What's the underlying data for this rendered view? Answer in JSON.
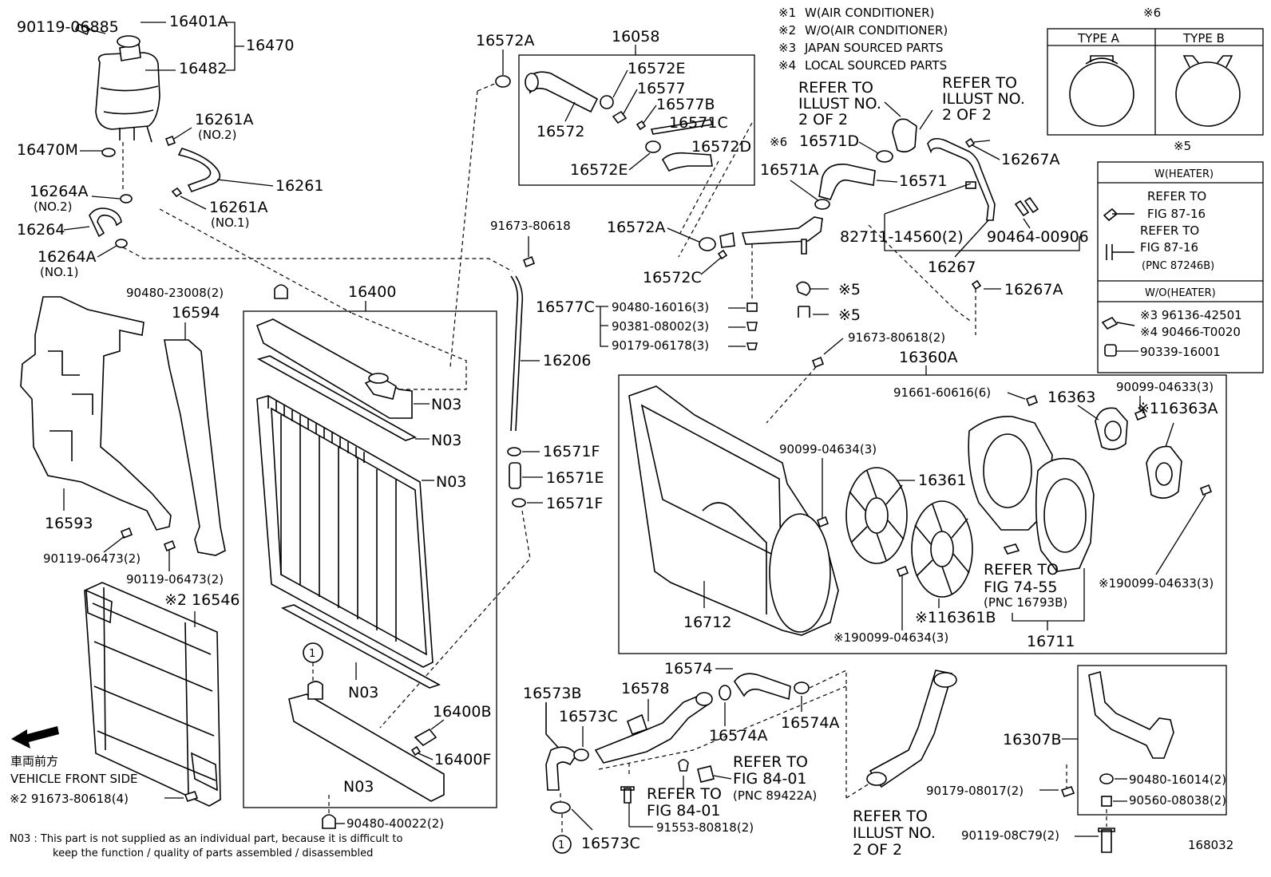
{
  "notes": [
    {
      "mark": "※1",
      "text": "W(AIR CONDITIONER)"
    },
    {
      "mark": "※2",
      "text": "W/O(AIR CONDITIONER)"
    },
    {
      "mark": "※3",
      "text": "JAPAN SOURCED PARTS"
    },
    {
      "mark": "※4",
      "text": "LOCAL SOURCED PARTS"
    }
  ],
  "clamp_types": {
    "mark": "※6",
    "type_a": "TYPE A",
    "type_b": "TYPE B"
  },
  "heater_box": {
    "mark": "※5",
    "with_heater": "W(HEATER)",
    "refer1_a": "REFER TO",
    "refer1_b": "FIG 87-16",
    "refer2_a": "REFER TO",
    "refer2_b": "FIG 87-16",
    "refer2_c": "(PNC 87246B)",
    "without_heater": "W/O(HEATER)",
    "part_a": "※3 96136-42501",
    "part_b": "※4 90466-T0020",
    "part_c": "90339-16001"
  },
  "vehicle_front": {
    "jp": "車両前方",
    "en": "VEHICLE FRONT SIDE"
  },
  "footnote": {
    "line1": "N03 : This part is not supplied as an individual part, because it is difficult to",
    "line2": "keep the function / quality of parts assembled / disassembled"
  },
  "illust_number": "168032",
  "circle_ref": "1",
  "labels": {
    "p90119_06885": "90119-06885",
    "p16401A": "16401A",
    "p16470": "16470",
    "p16482": "16482",
    "p16261A_2": "16261A",
    "no2_a": "(NO.2)",
    "p16470M": "16470M",
    "p16264A_2": "16264A",
    "no2_b": "(NO.2)",
    "p16261": "16261",
    "p16261A_1": "16261A",
    "no1_a": "(NO.1)",
    "p16264": "16264",
    "p16264A_1": "16264A",
    "no1_b": "(NO.1)",
    "p16572A_top": "16572A",
    "p16058": "16058",
    "p16572E_a": "16572E",
    "p16577": "16577",
    "p16577B": "16577B",
    "p16572": "16572",
    "p16571C": "16571C",
    "p16572D": "16572D",
    "p16572E_b": "16572E",
    "refer_illust1_a": "REFER TO",
    "refer_illust1_b": "ILLUST NO.",
    "refer_illust1_c": "2 OF 2",
    "refer_illust2_a": "REFER TO",
    "refer_illust2_b": "ILLUST NO.",
    "refer_illust2_c": "2 OF 2",
    "m6": "※6",
    "p16571D": "16571D",
    "p16267A_a": "16267A",
    "p16571A": "16571A",
    "p16571": "16571",
    "p91673_80618": "91673-80618",
    "p16572A_mid": "16572A",
    "p82711": "82711-14560(2)",
    "p90464": "90464-00906",
    "p16572C": "16572C",
    "p16267": "16267",
    "m5_a": "※5",
    "p16267A_b": "16267A",
    "p90480_23008": "90480-23008(2)",
    "p16400": "16400",
    "p16594": "16594",
    "p16577C": "16577C",
    "p90480_16016": "90480-16016(3)",
    "p90381": "90381-08002(3)",
    "p90179_06178": "90179-06178(3)",
    "m5_b": "※5",
    "p91673_80618_2": "91673-80618(2)",
    "p16206": "16206",
    "p16360A": "16360A",
    "n03_a": "N03",
    "n03_b": "N03",
    "n03_c": "N03",
    "p91661": "91661-60616(6)",
    "p16363": "16363",
    "p90099_04633_top": "90099-04633(3)",
    "p16363A": "※116363A",
    "p16571F_a": "16571F",
    "p16571E": "16571E",
    "p16571F_b": "16571F",
    "p90099_04634_top": "90099-04634(3)",
    "p16361": "16361",
    "p16593": "16593",
    "p90119_06473_a": "90119-06473(2)",
    "p90119_06473_b": "90119-06473(2)",
    "p16546": "※2 16546",
    "refer_74_a": "REFER TO",
    "refer_74_b": "FIG 74-55",
    "refer_74_c": "(PNC 16793B)",
    "p90099_04633_bot": "※190099-04633(3)",
    "p16712": "16712",
    "p16361B": "※116361B",
    "p90099_04634_bot": "※190099-04634(3)",
    "p16711": "16711",
    "n03_d": "N03",
    "p16574": "16574",
    "p16573B": "16573B",
    "p16578": "16578",
    "p16573C_a": "16573C",
    "p16400B": "16400B",
    "p16574A_a": "16574A",
    "p16574A_b": "16574A",
    "p16307B": "16307B",
    "p16400F": "16400F",
    "refer_84_a": "REFER TO",
    "refer_84_b": "FIG 84-01",
    "refer_84_c": "(PNC 89422A)",
    "refer_84b_a": "REFER TO",
    "refer_84b_b": "FIG 84-01",
    "n03_e": "N03",
    "p90179_08017": "90179-08017(2)",
    "p90480_16014": "90480-16014(2)",
    "p90560": "90560-08038(2)",
    "p91673_80618_4": "※2 91673-80618(4)",
    "p90480_40022": "90480-40022(2)",
    "p91553": "91553-80818(2)",
    "refer_illust3_a": "REFER TO",
    "refer_illust3_b": "ILLUST NO.",
    "refer_illust3_c": "2 OF 2",
    "p16573C_b": "16573C",
    "p90119_08C79": "90119-08C79(2)"
  }
}
